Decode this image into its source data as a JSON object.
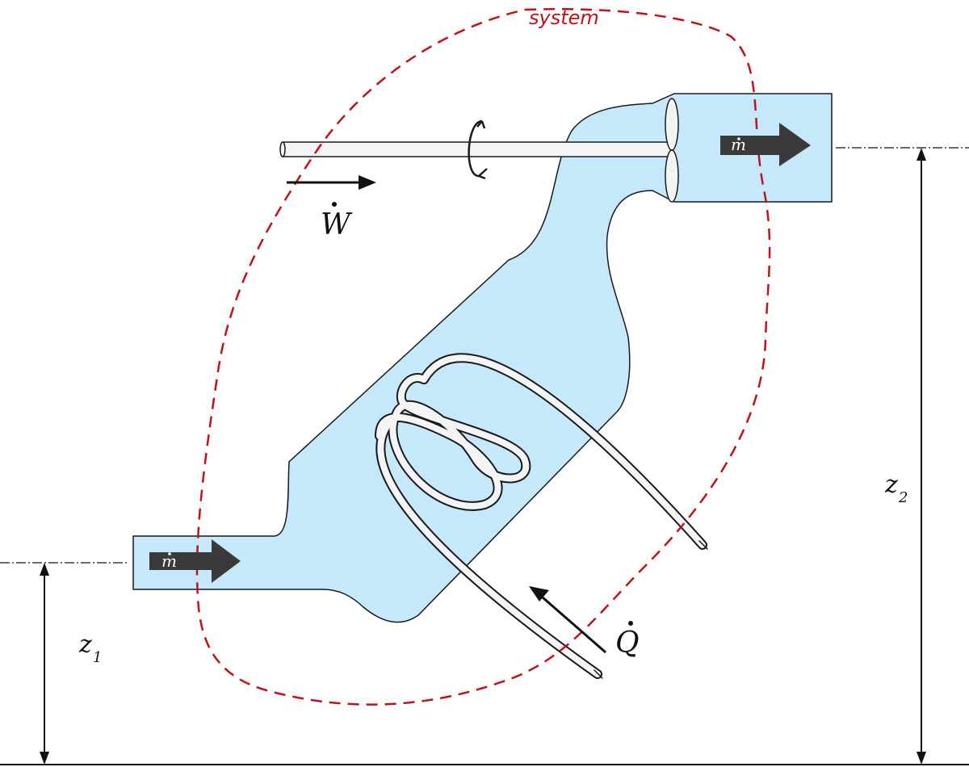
{
  "labels": {
    "system": "system",
    "work": "W",
    "heat": "Q",
    "mass_flow_in": "m",
    "mass_flow_out": "m",
    "z1_base": "z",
    "z1_sub": "1",
    "z2_base": "z",
    "z2_sub": "2"
  },
  "colors": {
    "fluid": "#c5e9fb",
    "outline": "#1a1a1a",
    "system_boundary": "#c0121a",
    "arrow_fill": "#3a3a3a"
  },
  "icons": {
    "rotation": "rotation-arrow-icon",
    "flow": "flow-arrow-icon"
  }
}
